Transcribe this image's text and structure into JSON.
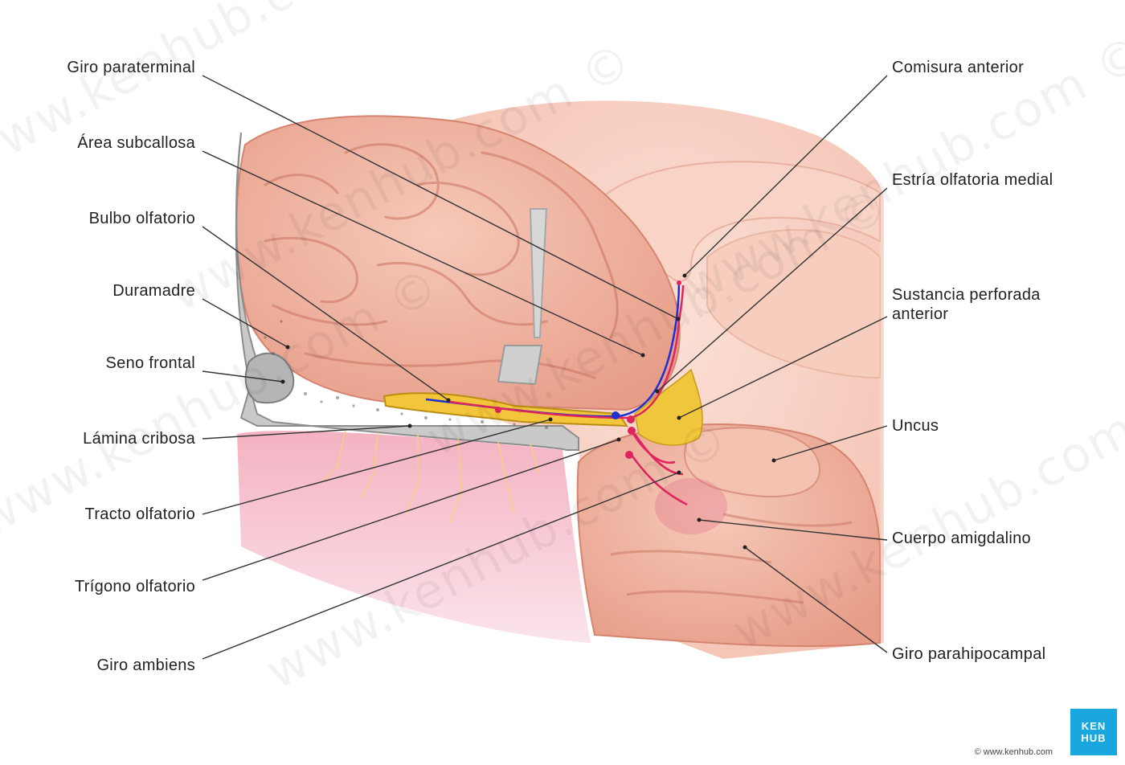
{
  "labels_left": {
    "giro_paraterminal": "Giro paraterminal",
    "area_subcallosa": "Área subcallosa",
    "bulbo_olfatorio": "Bulbo olfatorio",
    "duramadre": "Duramadre",
    "seno_frontal": "Seno frontal",
    "lamina_cribosa": "Lámina cribosa",
    "tracto_olfatorio": "Tracto olfatorio",
    "trigono_olfatorio": "Trígono olfatorio",
    "giro_ambiens": "Giro ambiens"
  },
  "labels_right": {
    "comisura_anterior": "Comisura anterior",
    "estria_olfatoria_medial": "Estría olfatoria medial",
    "sustancia_perforada_1": "Sustancia perforada",
    "sustancia_perforada_2": "anterior",
    "uncus": "Uncus",
    "cuerpo_amigdalino": "Cuerpo amigdalino",
    "giro_parahipocampal": "Giro parahipocampal"
  },
  "watermark": "www.kenhub.com ©",
  "copyright": "© www.kenhub.com",
  "logo": {
    "line1": "KEN",
    "line2": "HUB"
  },
  "colors": {
    "brain": "#f2b6a4",
    "brain_shadow": "#d98d7a",
    "bone": "#b9b9b9",
    "olfactory": "#f3c53a",
    "nasal": "#f0a7b9",
    "pathway_red": "#e0245e",
    "pathway_blue": "#1f2fd1",
    "leader": "#333333"
  }
}
